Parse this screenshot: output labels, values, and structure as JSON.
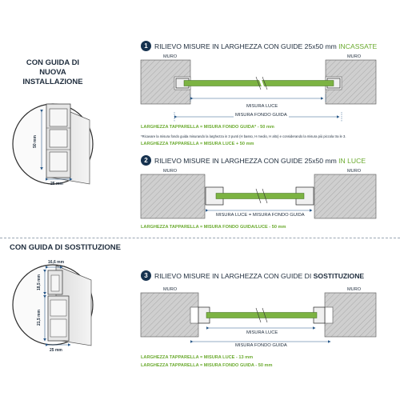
{
  "new_install": {
    "title_line1": "CON GUIDA DI NUOVA",
    "title_line2": "INSTALLAZIONE",
    "dim_height": "50 mm",
    "dim_width": "25 mm"
  },
  "replacement": {
    "title": "CON GUIDA DI SOSTITUZIONE",
    "dim_top": "16,6 mm",
    "dim_mid": "18,5 mm",
    "dim_height": "21,5 mm",
    "dim_width": "25 mm"
  },
  "step1": {
    "number": "1",
    "title": "RILIEVO MISURE IN LARGHEZZA CON GUIDE 25x50 mm",
    "title_highlight": "INCASSATE",
    "muro_left": "MURO",
    "muro_right": "MURO",
    "misura_luce": "MISURA LUCE",
    "misura_fondo_guida": "MISURA FONDO GUIDA",
    "formula1": "LARGHEZZA TAPPARELLA = MISURA FONDO GUIDA* - 50 mm",
    "note": "*Ricavare la misura fondo guida misurando la larghezza in 3 punti (H basso, H medio, H alto) e considerando la misura più piccola tra le 3.",
    "formula2": "LARGHEZZA TAPPARELLA = MISURA LUCE + 50 mm"
  },
  "step2": {
    "number": "2",
    "title": "RILIEVO MISURE IN LARGHEZZA CON GUIDE 25x50 mm",
    "title_highlight": "IN LUCE",
    "muro_left": "MURO",
    "muro_right": "MURO",
    "misura_label": "MISURA LUCE = MISURA FONDO GUIDA",
    "formula": "LARGHEZZA TAPPARELLA = MISURA FONDO GUIDA/LUCE - 50 mm"
  },
  "step3": {
    "number": "3",
    "title": "RILIEVO MISURE IN LARGHEZZA CON GUIDE DI",
    "title_highlight": "SOSTITUZIONE",
    "muro_left": "MURO",
    "muro_right": "MURO",
    "misura_luce": "MISURA LUCE",
    "misura_fondo_guida": "MISURA FONDO GUIDA",
    "formula1": "LARGHEZZA TAPPARELLA = MISURA LUCE - 13 mm",
    "formula2": "LARGHEZZA TAPPARELLA = MISURA FONDO GUIDA - 50 mm"
  },
  "colors": {
    "navy": "#16324f",
    "green": "#6aaa2e",
    "wall": "#cfcfcf",
    "arrow": "#2b5a8a"
  }
}
